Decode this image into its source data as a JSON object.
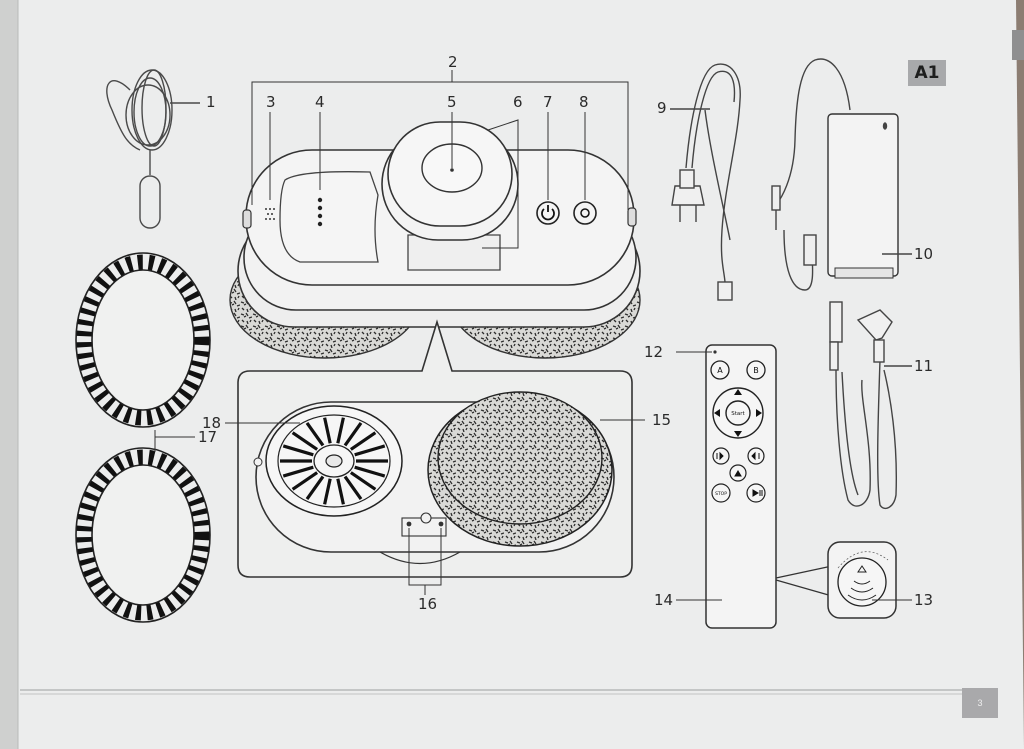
{
  "badge": "A1",
  "page_number": "3",
  "remote": {
    "a": "A",
    "b": "B",
    "start": "Start",
    "stop": "STOP"
  },
  "callouts": [
    {
      "id": "1",
      "label": "1"
    },
    {
      "id": "2",
      "label": "2"
    },
    {
      "id": "3",
      "label": "3"
    },
    {
      "id": "4",
      "label": "4"
    },
    {
      "id": "5",
      "label": "5"
    },
    {
      "id": "6",
      "label": "6"
    },
    {
      "id": "7",
      "label": "7"
    },
    {
      "id": "8",
      "label": "8"
    },
    {
      "id": "9",
      "label": "9"
    },
    {
      "id": "10",
      "label": "10"
    },
    {
      "id": "11",
      "label": "11"
    },
    {
      "id": "12",
      "label": "12"
    },
    {
      "id": "13",
      "label": "13"
    },
    {
      "id": "14",
      "label": "14"
    },
    {
      "id": "15",
      "label": "15"
    },
    {
      "id": "16",
      "label": "16"
    },
    {
      "id": "17",
      "label": "17"
    },
    {
      "id": "18",
      "label": "18"
    }
  ]
}
